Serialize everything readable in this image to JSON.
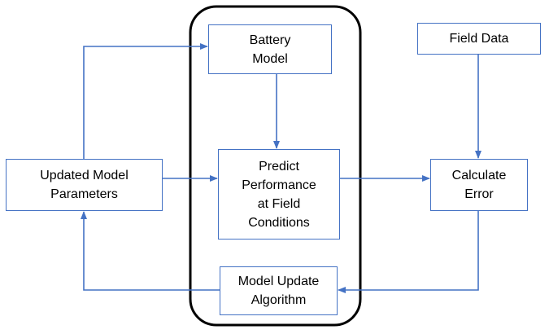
{
  "nodes": {
    "battery_model": {
      "label": "Battery\nModel"
    },
    "field_data": {
      "label": "Field Data"
    },
    "updated_params": {
      "label": "Updated Model\nParameters"
    },
    "predict": {
      "label": "Predict\nPerformance\nat Field\nConditions"
    },
    "calculate_error": {
      "label": "Calculate\nError"
    },
    "update_algorithm": {
      "label": "Model Update\nAlgorithm"
    }
  },
  "edges": [
    {
      "from": "updated_params",
      "to": "battery_model"
    },
    {
      "from": "updated_params",
      "to": "predict"
    },
    {
      "from": "battery_model",
      "to": "predict"
    },
    {
      "from": "predict",
      "to": "calculate_error"
    },
    {
      "from": "field_data",
      "to": "calculate_error"
    },
    {
      "from": "calculate_error",
      "to": "update_algorithm"
    },
    {
      "from": "update_algorithm",
      "to": "updated_params"
    }
  ],
  "colors": {
    "box_border": "#4472c4",
    "arrow": "#4472c4",
    "group_border": "#000000",
    "text": "#000000"
  }
}
